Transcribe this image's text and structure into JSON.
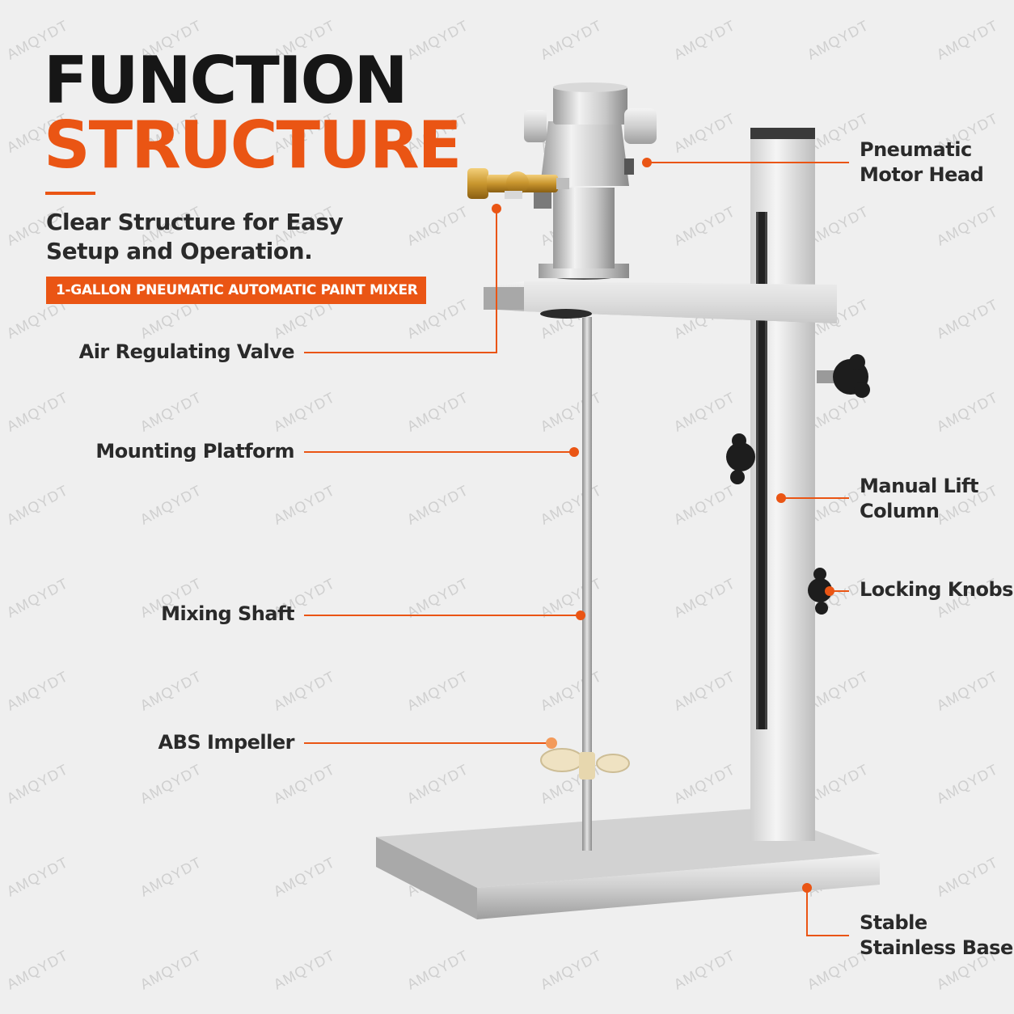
{
  "title": {
    "line1": "FUNCTION",
    "line2": "STRUCTURE"
  },
  "subtitle": {
    "line1": "Clear Structure for Easy",
    "line2": "Setup and Operation."
  },
  "tag": "1-GALLON PNEUMATIC AUTOMATIC PAINT MIXER",
  "watermark": "AMQYDT",
  "colors": {
    "accent": "#ea5514",
    "text": "#2a2a2a",
    "background": "#efefef"
  },
  "callouts": {
    "motor_head": {
      "line1": "Pneumatic",
      "line2": "Motor Head"
    },
    "air_valve": "Air Regulating Valve",
    "platform": "Mounting Platform",
    "lift_column": {
      "line1": "Manual Lift",
      "line2": "Column"
    },
    "locking_knobs": "Locking Knobs",
    "shaft": "Mixing Shaft",
    "impeller": "ABS Impeller",
    "base": {
      "line1": "Stable",
      "line2": "Stainless Base"
    }
  }
}
